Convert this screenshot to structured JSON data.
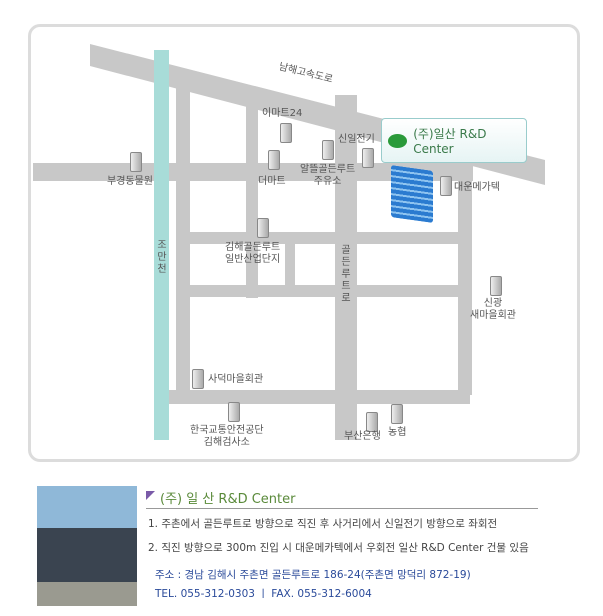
{
  "map": {
    "labels": {
      "highway": "남해고속도로",
      "emart24": "이마트24",
      "theMart": "더마트",
      "sinil": "신일전기",
      "gasStation": "알뜰골든루트\n주유소",
      "daewoon": "대운메가텍",
      "bugyeong": "부경동물원",
      "industrial": "김해골든루트\n일반산업단지",
      "goldenRoute": "골든루트로",
      "joman": "조만천",
      "singwang": "신광\n새마을회관",
      "sadeok": "사덕마을회관",
      "kotsa": "한국교통안전공단\n김해검사소",
      "busanBank": "부산은행",
      "nonghyup": "농협"
    },
    "callout": "(주)일산 R&D Center",
    "colors": {
      "road": "#c8c8c8",
      "river": "#a8dcd8"
    }
  },
  "info": {
    "title": "(주) 일 산 R&D Center",
    "directions": [
      "1. 주촌에서 골든루트로 방향으로 직진 후 사거리에서 신일전기 방향으로 좌회전",
      "2. 직진 방향으로 300m 진입 시 대운메카텍에서 우회전 일산 R&D Center 건물 있음"
    ],
    "address": "주소 : 경남 김해시 주촌면 골든루트로 186-24(주촌면 망덕리 872-19)",
    "phone": "TEL. 055-312-0303 ㅣ FAX. 055-312-6004"
  }
}
